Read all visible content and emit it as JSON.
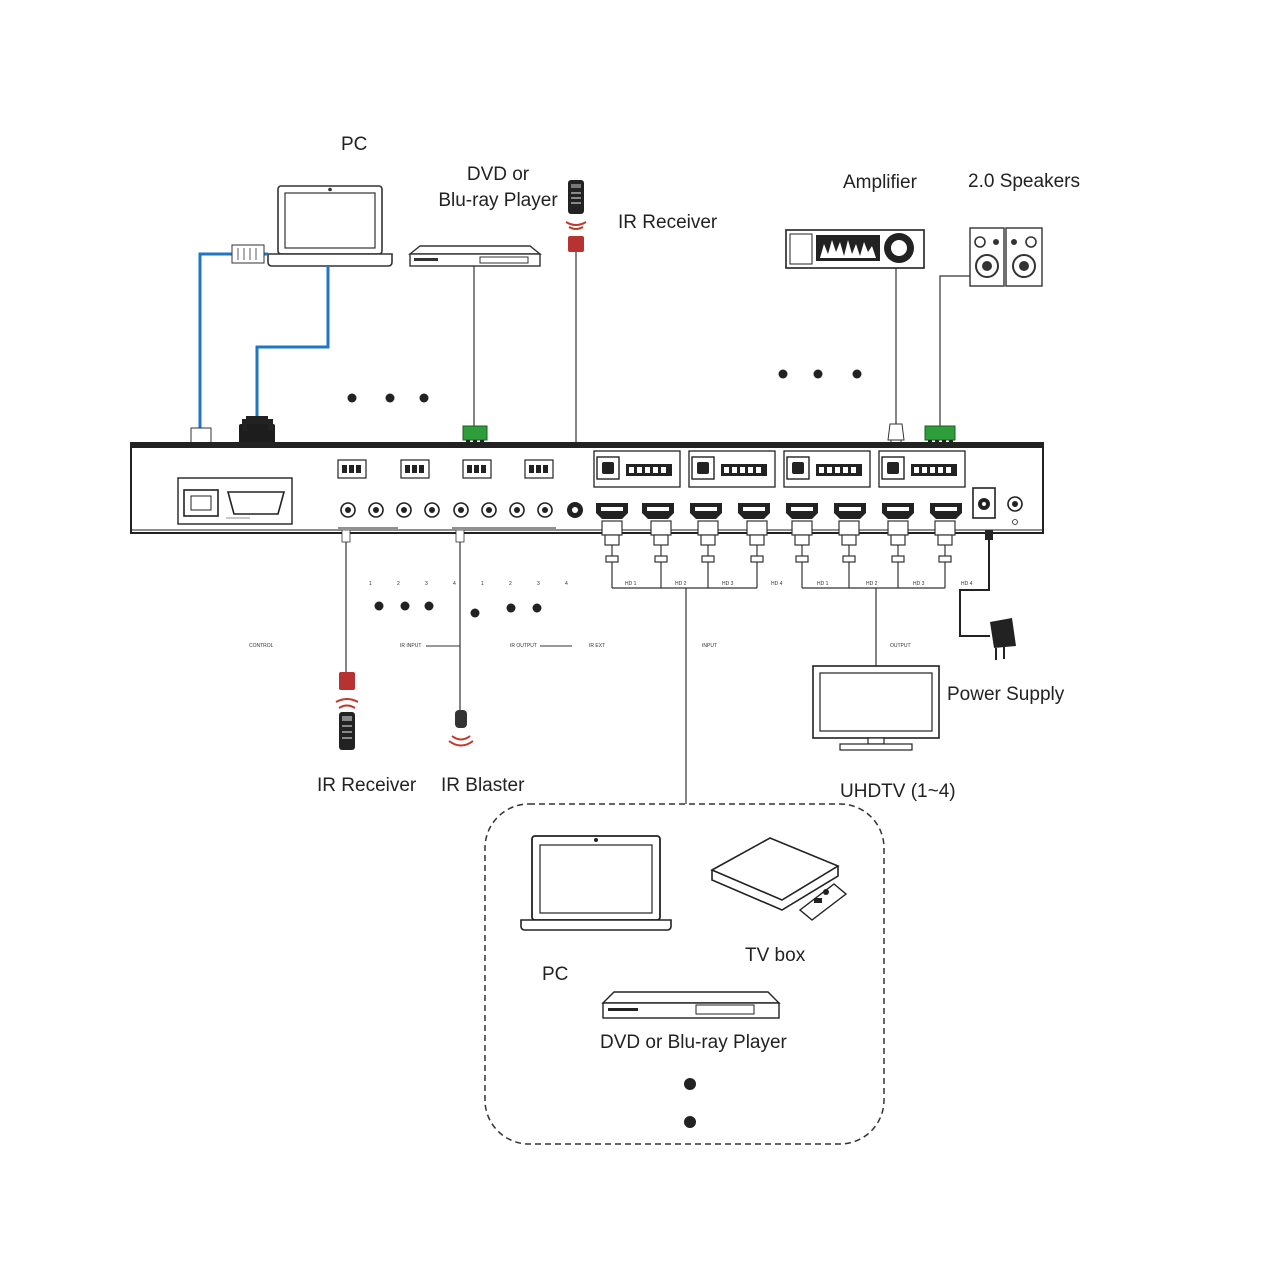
{
  "labels": {
    "pc_top": "PC",
    "dvd_top_line1": "DVD or",
    "dvd_top_line2": "Blu-ray Player",
    "ir_receiver_top": "IR Receiver",
    "amplifier": "Amplifier",
    "speakers": "2.0 Speakers",
    "power_supply": "Power Supply",
    "uhdtv": "UHDTV  (1~4)",
    "ir_receiver_bottom": "IR Receiver",
    "ir_blaster": "IR Blaster",
    "tv_box": "TV box",
    "pc_bottom": "PC",
    "dvd_bottom": "DVD or Blu-ray Player"
  },
  "panel": {
    "control": "CONTROL",
    "ir_input": "IR INPUT",
    "ir_output": "IR OUTPUT",
    "ir_ext": "IR EXT",
    "input": "INPUT",
    "output": "OUTPUT",
    "hd_left": [
      "HD 1",
      "HD 2",
      "HD 3",
      "HD 4"
    ],
    "hd_right": [
      "HD 1",
      "HD 2",
      "HD 3",
      "HD 4"
    ],
    "port_numbers": [
      "1",
      "2",
      "3",
      "4",
      "1",
      "2",
      "3",
      "4"
    ]
  },
  "colors": {
    "cable_blue": "#1f77c4",
    "connector_green": "#2e9e3a",
    "connector_red": "#b83232",
    "line": "#333333"
  }
}
